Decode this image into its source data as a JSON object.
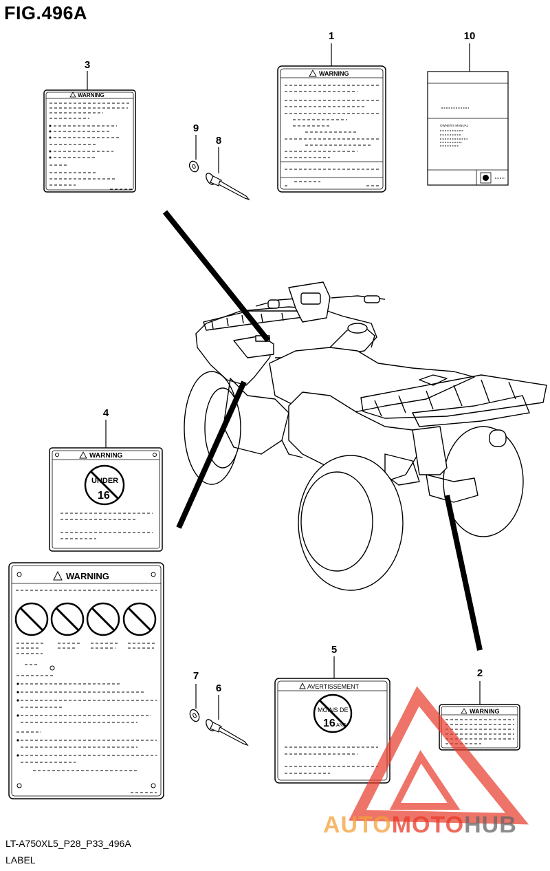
{
  "figure": {
    "title": "FIG.496A"
  },
  "callouts": [
    "1",
    "2",
    "3",
    "4",
    "5",
    "6",
    "7",
    "8",
    "9",
    "10"
  ],
  "labels": {
    "warning": "WARNING",
    "avertissement": "AVERTISSEMENT",
    "under16_top": "UNDER",
    "under16_num": "16",
    "moins_top": "MOINS DE",
    "moins_num": "16",
    "moins_ans": "ANS",
    "owners_manual": "OWNER'S MANUAL"
  },
  "footer": {
    "code": "LT-A750XL5_P28_P33_496A",
    "name": "LABEL"
  },
  "watermark": {
    "part1": "AUTO",
    "part2": "MOTO",
    "part3": "HUB"
  },
  "colors": {
    "watermark_red": "#e83a2a",
    "watermark_orange": "#f4a23a",
    "watermark_grey": "#666666"
  }
}
